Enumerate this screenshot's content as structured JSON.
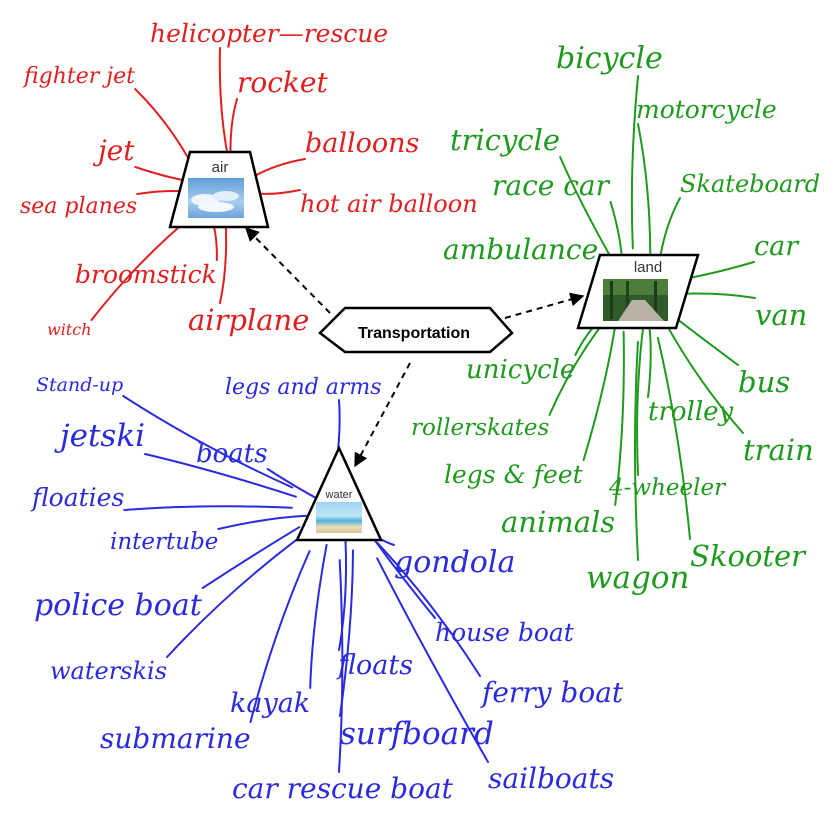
{
  "center": {
    "label": "Transportation"
  },
  "colors": {
    "air": "#e02020",
    "land": "#1f9a1f",
    "water": "#2a2adf"
  },
  "hubs": {
    "air": {
      "label": "air",
      "image": "sky-clouds-photo"
    },
    "land": {
      "label": "land",
      "image": "forest-road-photo"
    },
    "water": {
      "label": "water",
      "image": "beach-sea-photo"
    }
  },
  "air_items": [
    "helicopter—rescue",
    "fighter jet",
    "rocket",
    "jet",
    "balloons",
    "sea planes",
    "hot air balloon",
    "broomstick",
    "witch",
    "airplane"
  ],
  "land_items": [
    "bicycle",
    "motorcycle",
    "tricycle",
    "race car",
    "Skateboard",
    "ambulance",
    "car",
    "van",
    "unicycle",
    "bus",
    "rollerskates",
    "trolley",
    "train",
    "legs & feet",
    "4-wheeler",
    "animals",
    "wagon",
    "Skooter"
  ],
  "water_items": [
    "Stand-up",
    "legs and arms",
    "jetski",
    "boats",
    "floaties",
    "intertube",
    "gondola",
    "police boat",
    "house boat",
    "floats",
    "waterskis",
    "ferry boat",
    "kayak",
    "surfboard",
    "submarine",
    "car rescue boat",
    "sailboats"
  ]
}
